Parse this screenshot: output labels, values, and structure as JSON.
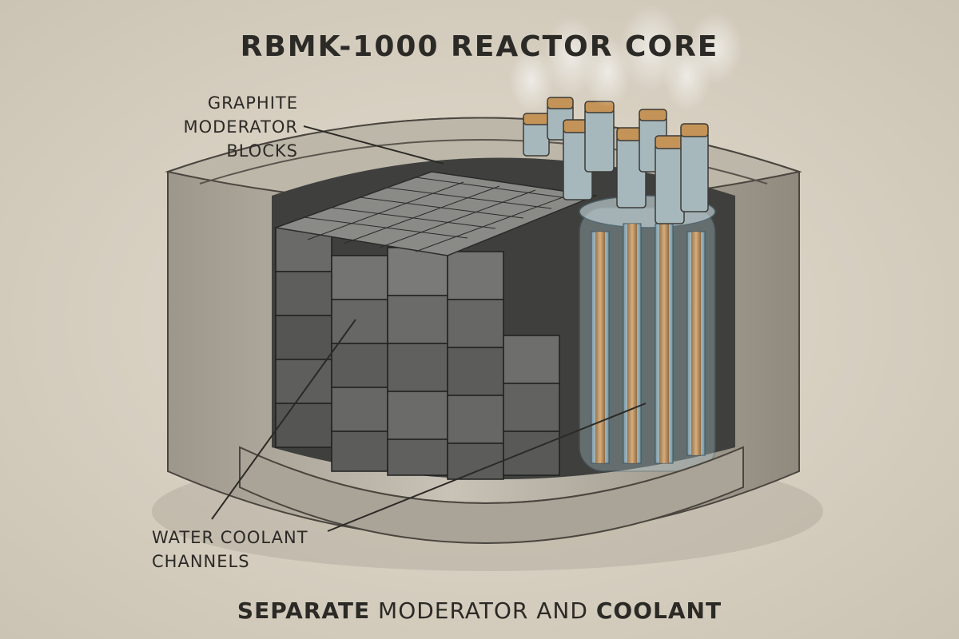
{
  "title": "RBMK-1000 REACTOR CORE",
  "labels": {
    "graphite": [
      "GRAPHITE",
      "MODERATOR",
      "BLOCKS"
    ],
    "water": [
      "WATER COOLANT",
      "CHANNELS"
    ]
  },
  "caption": {
    "part1": "SEPARATE",
    "part2": "MODERATOR AND",
    "part3": "COOLANT"
  },
  "colors": {
    "background": "#ddd6c8",
    "concrete": "#b8b2a6",
    "graphite": "#5c5d5b",
    "water": "#a9c3cc",
    "copper": "#c08a4e",
    "ink": "#2c2a26"
  }
}
